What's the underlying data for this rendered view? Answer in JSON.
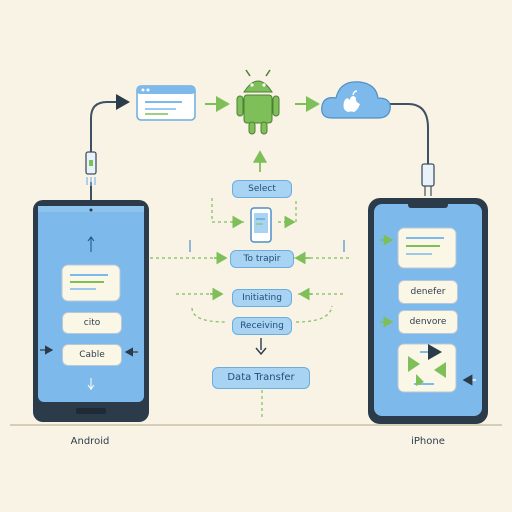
{
  "devices": {
    "left_label": "Android",
    "right_label": "iPhone"
  },
  "android_screen": {
    "card_1": "cito",
    "card_2": "Cable"
  },
  "iphone_screen": {
    "card_1": "denefer",
    "card_2": "denvore"
  },
  "flow": {
    "step_select": "Select",
    "step_transfer": "To trapir",
    "step_initiating": "Initiating",
    "step_receiving": "Receiving",
    "step_data_transfer": "Data Transfer"
  },
  "icons": {
    "left_top": "browser-window-icon",
    "center_top": "android-robot-icon",
    "right_top": "apple-cloud-icon"
  },
  "colors": {
    "background": "#f8f3e4",
    "phone_screen": "#7db9ea",
    "phone_body": "#2b3b4a",
    "accent_green": "#7fbf5a",
    "pill_blue": "#a9d3f2"
  }
}
